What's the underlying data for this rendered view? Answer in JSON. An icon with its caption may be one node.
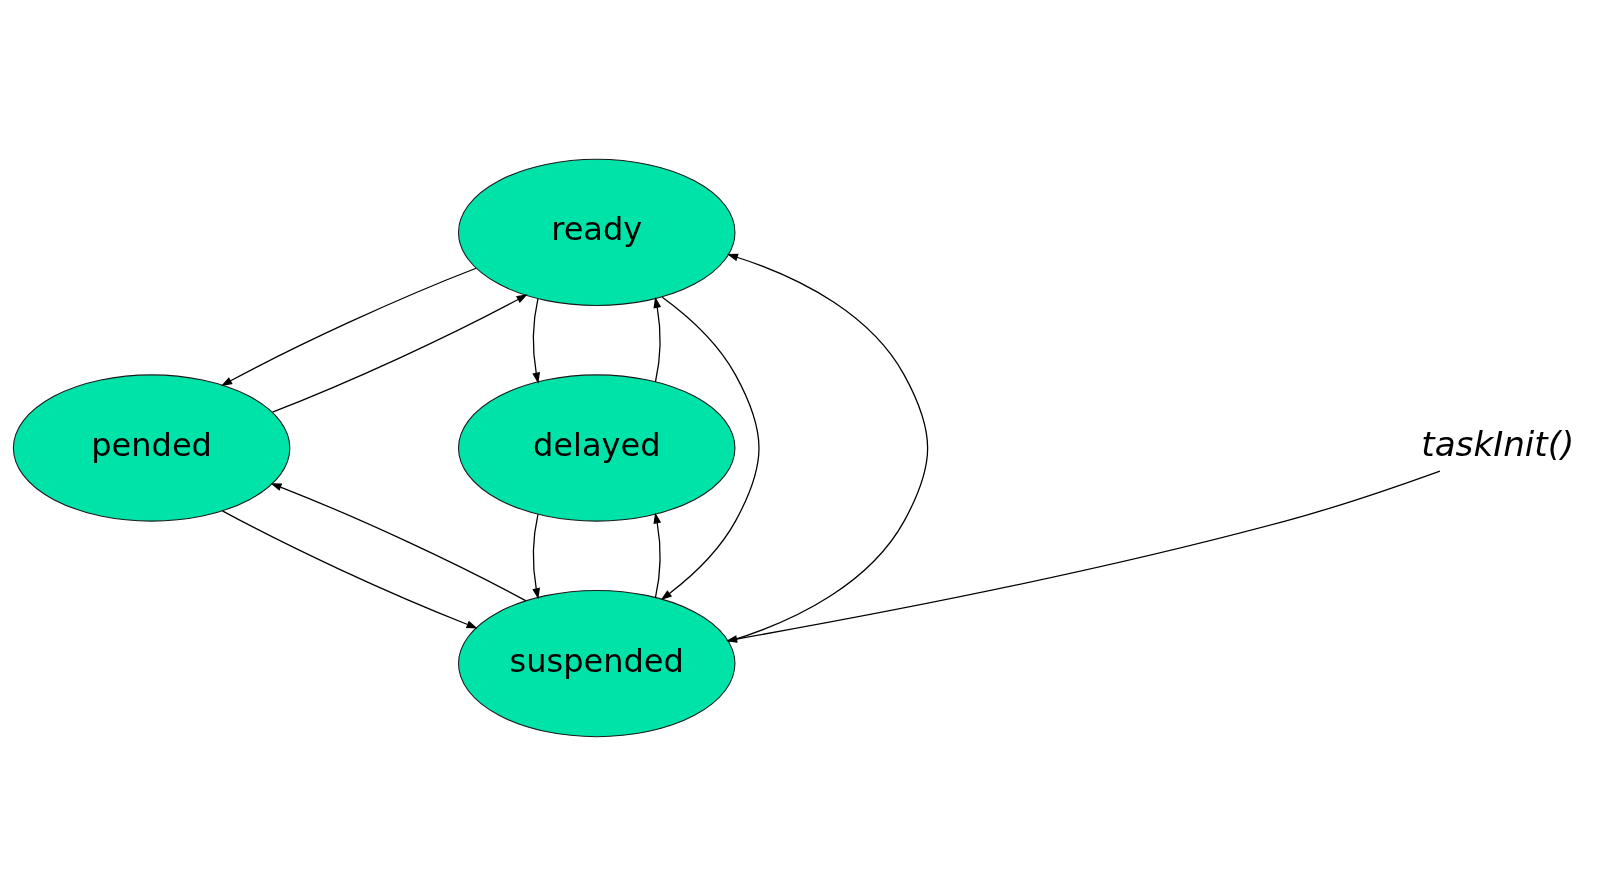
{
  "diagram": {
    "nodes": [
      {
        "text": [
          "ready"
        ]
      },
      {
        "text": [
          "pended"
        ]
      },
      {
        "text": [
          "delayed"
        ]
      },
      {
        "text": [
          "suspended"
        ]
      },
      {
        "text": [
          "taskInit()"
        ]
      }
    ],
    "edges": [
      {
        "from": 0,
        "to": 1,
        "arrow": "to"
      },
      {
        "from": 1,
        "to": 0,
        "arrow": "to"
      },
      {
        "from": 0,
        "to": 2,
        "arrow": "to"
      },
      {
        "from": 2,
        "to": 0,
        "arrow": "to"
      },
      {
        "from": 3,
        "to": 0,
        "arrow": "to"
      },
      {
        "from": 0,
        "to": 3,
        "arrow": "to"
      },
      {
        "from": 1,
        "to": 3,
        "arrow": "to"
      },
      {
        "from": 3,
        "to": 1,
        "arrow": "to"
      },
      {
        "from": 2,
        "to": 3,
        "arrow": "to"
      },
      {
        "from": 3,
        "to": 2,
        "arrow": "to"
      },
      {
        "from": 4,
        "to": 3,
        "arrow": "to"
      }
    ]
  }
}
